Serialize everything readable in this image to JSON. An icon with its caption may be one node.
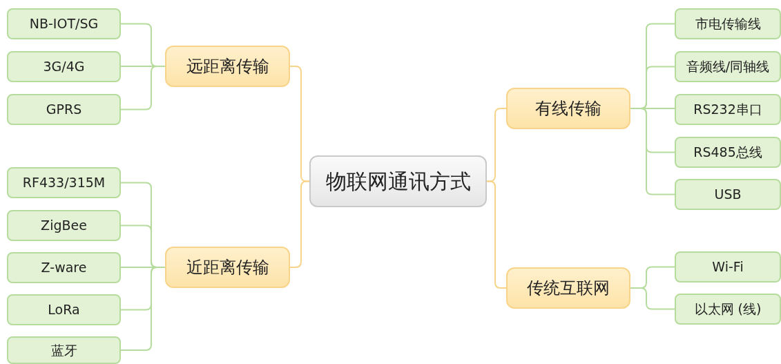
{
  "diagram": {
    "nodes": [
      {
        "text": [
          "物联网通讯方式"
        ]
      },
      {
        "text": [
          "远距离传输"
        ]
      },
      {
        "text": [
          "NB-IOT/SG"
        ]
      },
      {
        "text": [
          "3G/4G"
        ]
      },
      {
        "text": [
          "GPRS"
        ]
      },
      {
        "text": [
          "近距离传输"
        ]
      },
      {
        "text": [
          "RF433/315M"
        ]
      },
      {
        "text": [
          "ZigBee"
        ]
      },
      {
        "text": [
          "Z-ware"
        ]
      },
      {
        "text": [
          "LoRa"
        ]
      },
      {
        "text": [
          "蓝牙"
        ]
      },
      {
        "text": [
          "有线传输"
        ]
      },
      {
        "text": [
          "市电传输线"
        ]
      },
      {
        "text": [
          "音频线/同轴线"
        ]
      },
      {
        "text": [
          "RS232串口"
        ]
      },
      {
        "text": [
          "RS485总线"
        ]
      },
      {
        "text": [
          "USB"
        ]
      },
      {
        "text": [
          "传统互联网"
        ]
      },
      {
        "text": [
          "Wi-Fi"
        ]
      },
      {
        "text": [
          "以太网 (线)"
        ]
      }
    ],
    "edges": [
      {
        "from": 0,
        "to": 1,
        "arrow": "none",
        "color": "#f8d48a"
      },
      {
        "from": 1,
        "to": 2,
        "arrow": "none"
      },
      {
        "from": 1,
        "to": 3,
        "arrow": "none"
      },
      {
        "from": 1,
        "to": 4,
        "arrow": "none"
      },
      {
        "from": 0,
        "to": 5,
        "arrow": "none",
        "color": "#f8d48a"
      },
      {
        "from": 5,
        "to": 6,
        "arrow": "none"
      },
      {
        "from": 5,
        "to": 7,
        "arrow": "none"
      },
      {
        "from": 5,
        "to": 8,
        "arrow": "none"
      },
      {
        "from": 5,
        "to": 9,
        "arrow": "none"
      },
      {
        "from": 5,
        "to": 10,
        "arrow": "none"
      },
      {
        "from": 0,
        "to": 11,
        "arrow": "none",
        "color": "#f8d48a"
      },
      {
        "from": 11,
        "to": 12,
        "arrow": "none"
      },
      {
        "from": 11,
        "to": 13,
        "arrow": "none"
      },
      {
        "from": 11,
        "to": 14,
        "arrow": "none"
      },
      {
        "from": 11,
        "to": 15,
        "arrow": "none"
      },
      {
        "from": 11,
        "to": 16,
        "arrow": "none"
      },
      {
        "from": 0,
        "to": 17,
        "arrow": "none",
        "color": "#f8d48a"
      },
      {
        "from": 17,
        "to": 18,
        "arrow": "none"
      },
      {
        "from": 17,
        "to": 19,
        "arrow": "none"
      }
    ]
  }
}
